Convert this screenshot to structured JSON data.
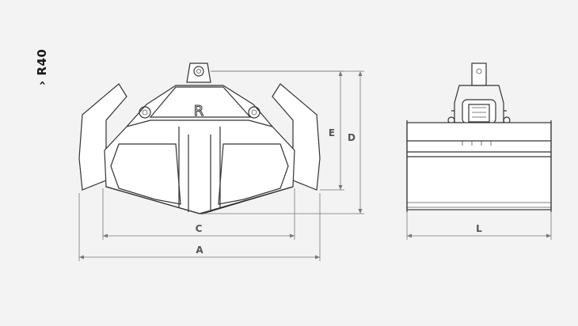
{
  "model": "› R40",
  "logo_letter": "R",
  "dimensions": {
    "A": "A",
    "C": "C",
    "D": "D",
    "E": "E",
    "L": "L"
  }
}
